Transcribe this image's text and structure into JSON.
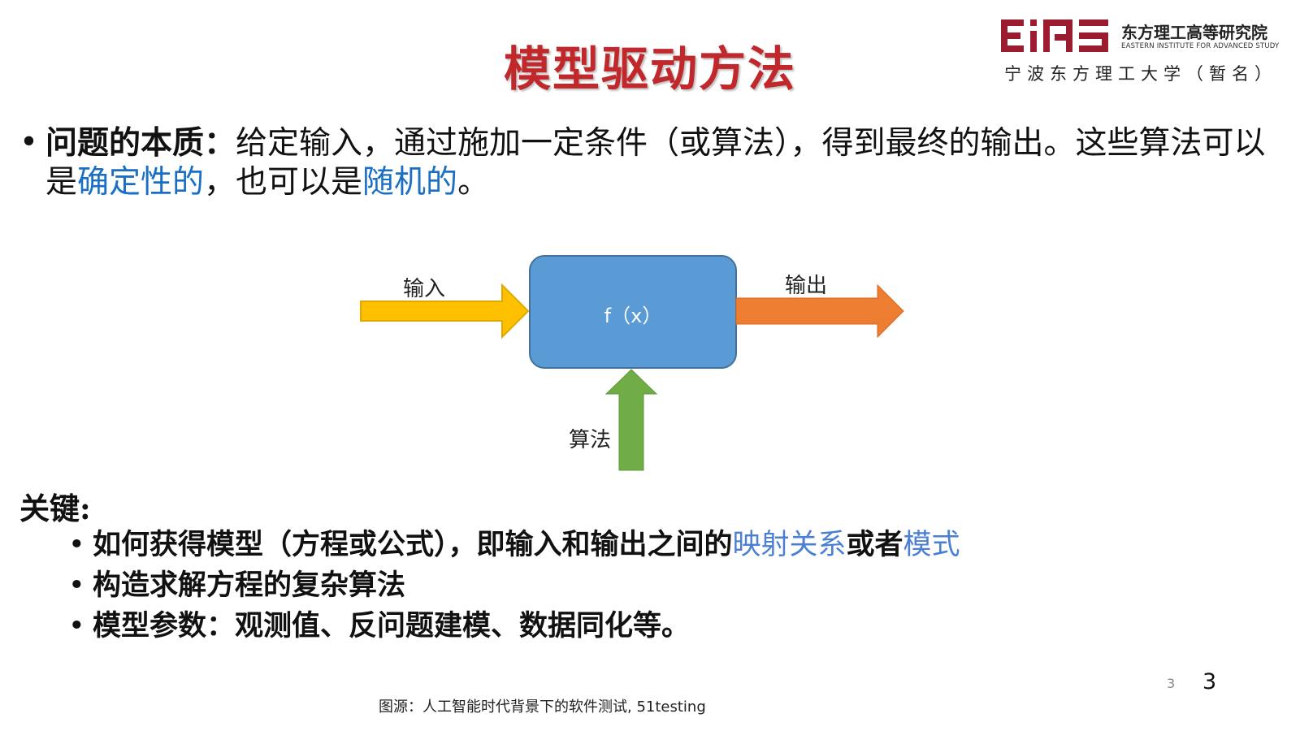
{
  "slide": {
    "title": "模型驱动方法",
    "page_number_small": "3",
    "page_number": "3",
    "source": "图源：人工智能时代背景下的软件测试, 51testing"
  },
  "logo": {
    "mark": "EIAS",
    "name_cn": "东方理工高等研究院",
    "name_en": "EASTERN INSTITUTE FOR ADVANCED STUDY",
    "subtitle": "宁波东方理工大学（暂名）",
    "brand_color": "#9b1c2e"
  },
  "intro": {
    "bullet": "•",
    "label": "问题的本质：",
    "text1": "给定输入，通过施加一定条件（或算法），得到最终的输出。这些算法可以是",
    "hl1": "确定性的",
    "text2": "，也可以是",
    "hl2": "随机的",
    "text3": "。"
  },
  "diagram": {
    "input_label": "输入",
    "output_label": "输出",
    "algorithm_label": "算法",
    "function_label": "f（x）",
    "colors": {
      "input_arrow": "#ffc000",
      "output_arrow": "#ed7d31",
      "algorithm_arrow": "#70ad47",
      "box": "#5b9bd5",
      "box_border": "#41719c"
    }
  },
  "key": {
    "title": "关键:",
    "items": [
      {
        "bullet": "•",
        "text1": "如何获得模型（方程或公式），即输入和输出之间的",
        "hl1": "映射关系",
        "text2": "或者",
        "hl2": "模式"
      },
      {
        "bullet": "•",
        "text1": "构造求解方程的复杂算法"
      },
      {
        "bullet": "•",
        "text1": "模型参数：观测值、反问题建模、数据同化等。"
      }
    ]
  }
}
